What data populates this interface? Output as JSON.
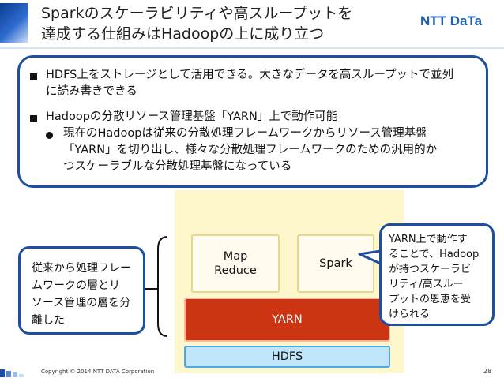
{
  "title": {
    "line1": "Sparkのスケーラビリティや高スループットを",
    "line2": "達成する仕組みはHadoopの上に成り立つ"
  },
  "logo": {
    "text": "NTT DaTa",
    "color": "#1c5fb8"
  },
  "main_callout": {
    "bullet1": {
      "line1": "HDFS上をストレージとして活用できる。大きなデータを高スループットで並列",
      "line2": "に読み書きできる"
    },
    "bullet2": {
      "line1": "Hadoopの分散リソース管理基盤「YARN」上で動作可能",
      "sub": {
        "line1": "現在のHadoopは従来の分散処理フレームワークからリソース管理基盤",
        "line2": "「YARN」を切り出し、様々な分散処理フレームワークのための汎用的か",
        "line3": "つスケーラブルな分散処理基盤になっている"
      }
    }
  },
  "stack": {
    "map_line1": "Map",
    "map_line2": "Reduce",
    "spark": "Spark",
    "yarn": "YARN",
    "hdfs": "HDFS"
  },
  "left_note": {
    "line1": "従来から処理フレー",
    "line2": "ムワークの層とリ",
    "line3": "ソース管理の層を分",
    "line4": "離した"
  },
  "right_note": {
    "line1": "YARN上で動作す",
    "line2": "ることで、Hadoop",
    "line3": "が持つスケーラビ",
    "line4": "リティ/高スルー",
    "line5": "プットの恩恵を受",
    "line6": "けられる"
  },
  "footer": {
    "copyright": "Copyright © 2014 NTT DATA Corporation",
    "page": "28"
  },
  "colors": {
    "accent_blue": "#1c4fa3",
    "yarn_red": "#cc3412",
    "hdfs_blue": "#bfe6fb",
    "stack_yellow": "#fff7cc"
  }
}
